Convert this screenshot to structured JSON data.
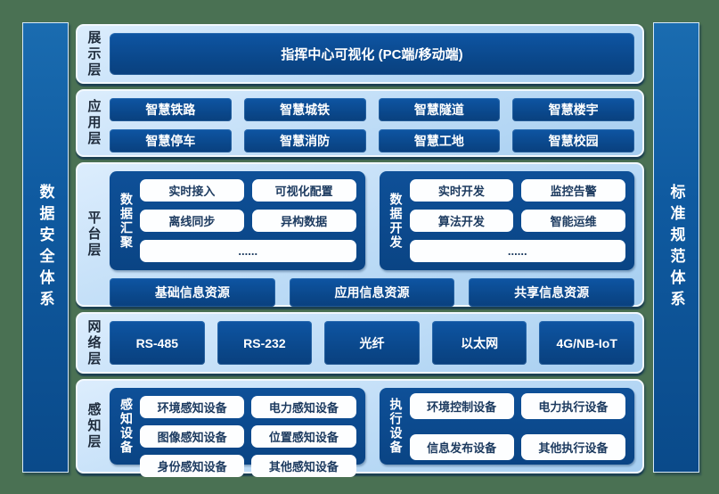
{
  "colors": {
    "background_green": "#4a7153",
    "panel_light_blue": "#bcdbf6",
    "box_dark_blue": "#0a4a92",
    "pillar_blue": "#0f5aa0",
    "white_box_text": "#1c3a5f"
  },
  "sidebars": {
    "left": "数据安全体系",
    "right": "标准规范体系"
  },
  "layers": [
    {
      "label": "展示层",
      "box": "指挥中心可视化 (PC端/移动端)"
    },
    {
      "label": "应用层",
      "items": [
        "智慧铁路",
        "智慧城铁",
        "智慧隧道",
        "智慧楼宇",
        "智慧停车",
        "智慧消防",
        "智慧工地",
        "智慧校园"
      ]
    },
    {
      "label": "平台层",
      "groups": [
        {
          "label": "数据汇聚",
          "items": [
            "实时接入",
            "可视化配置",
            "离线同步",
            "异构数据",
            "......"
          ]
        },
        {
          "label": "数据开发",
          "items": [
            "实时开发",
            "监控告警",
            "算法开发",
            "智能运维",
            "......"
          ]
        }
      ],
      "resources": [
        "基础信息资源",
        "应用信息资源",
        "共享信息资源"
      ]
    },
    {
      "label": "网络层",
      "items": [
        "RS-485",
        "RS-232",
        "光纤",
        "以太网",
        "4G/NB-IoT"
      ]
    },
    {
      "label": "感知层",
      "groups": [
        {
          "label": "感知设备",
          "items": [
            "环境感知设备",
            "电力感知设备",
            "图像感知设备",
            "位置感知设备",
            "身份感知设备",
            "其他感知设备"
          ]
        },
        {
          "label": "执行设备",
          "items": [
            "环境控制设备",
            "电力执行设备",
            "信息发布设备",
            "其他执行设备"
          ]
        }
      ]
    }
  ]
}
